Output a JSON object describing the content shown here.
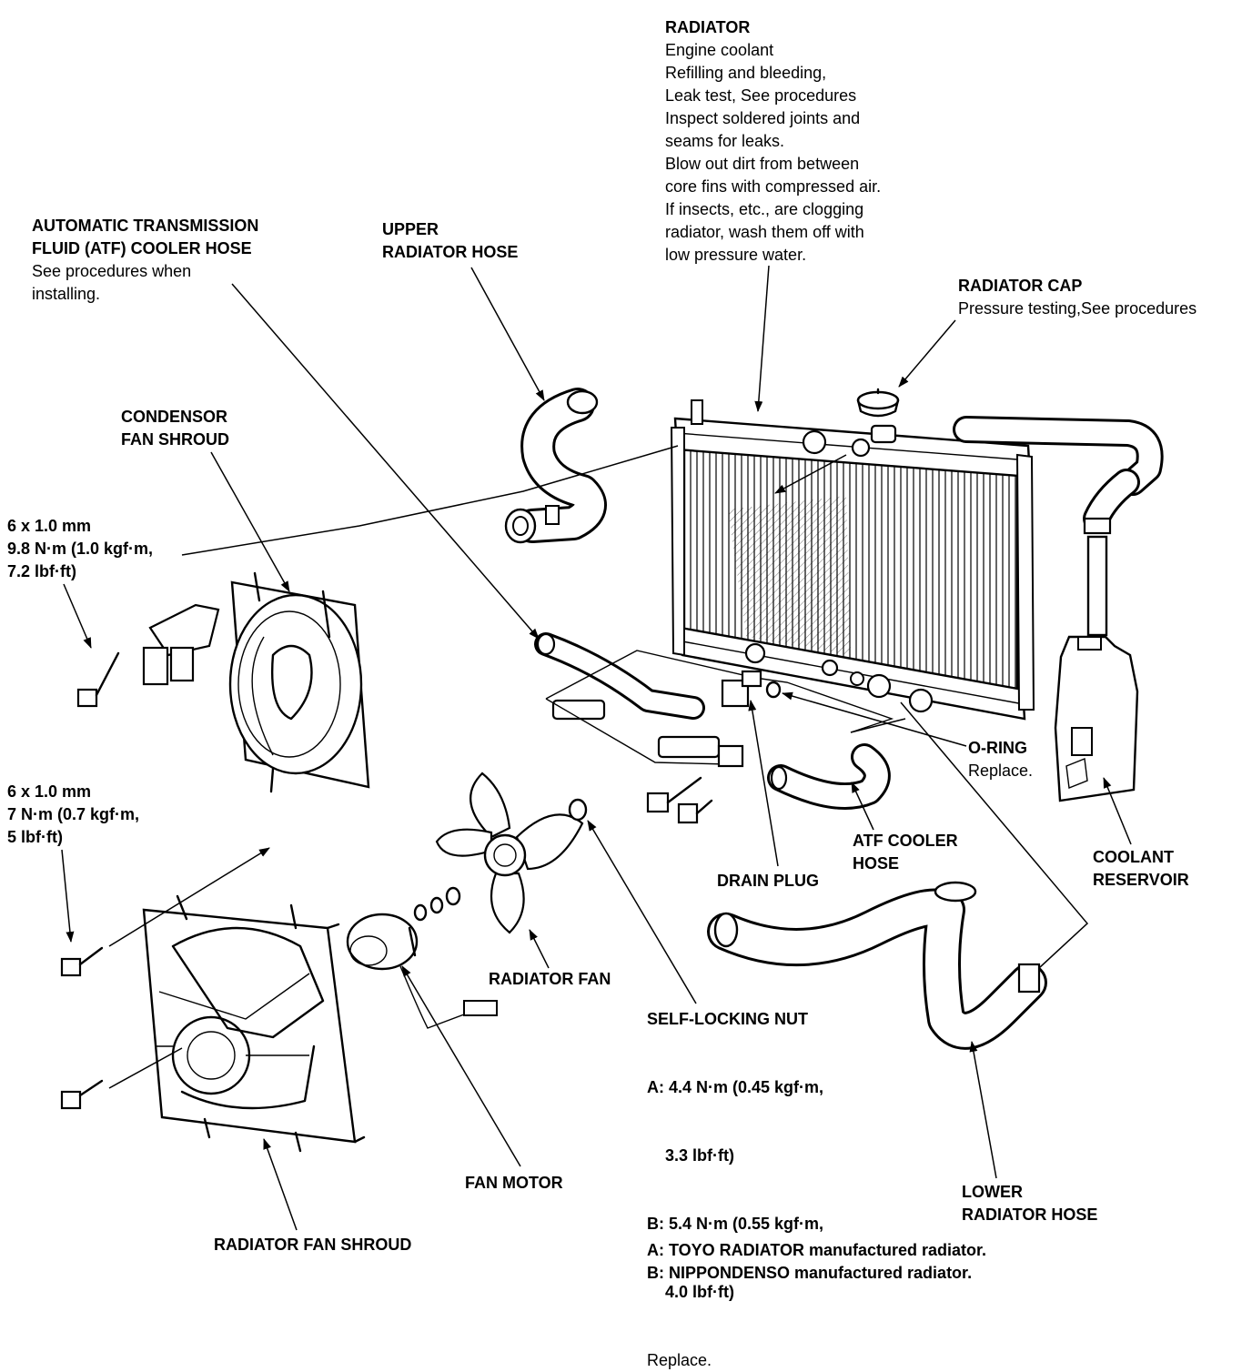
{
  "labels": {
    "radiator": {
      "title": "RADIATOR",
      "lines": [
        "Engine coolant",
        "Refilling and bleeding,",
        "Leak test, See procedures",
        "Inspect soldered joints and",
        "seams for leaks.",
        "Blow out dirt from between",
        "core fins with compressed air.",
        "If insects, etc., are clogging",
        "radiator, wash them off with",
        "low pressure water."
      ]
    },
    "atf_cooler_hose_top": {
      "title_lines": [
        "AUTOMATIC TRANSMISSION",
        "FLUID (ATF) COOLER HOSE"
      ],
      "lines": [
        "See procedures  when",
        "installing."
      ]
    },
    "upper_radiator_hose": {
      "title_lines": [
        "UPPER",
        "RADIATOR HOSE"
      ]
    },
    "radiator_cap": {
      "title": "RADIATOR CAP",
      "lines": [
        "Pressure testing,See procedures"
      ]
    },
    "condensor_fan_shroud": {
      "title_lines": [
        "CONDENSOR",
        "FAN SHROUD"
      ]
    },
    "bolt_upper": {
      "title_lines": [
        "6 x 1.0 mm",
        "9.8 N·m (1.0 kgf·m,",
        "7.2 lbf·ft)"
      ]
    },
    "bolt_lower": {
      "title_lines": [
        "6 x 1.0 mm",
        "7 N·m (0.7 kgf·m,",
        "5 lbf·ft)"
      ]
    },
    "o_ring": {
      "title": "O-RING",
      "lines": [
        "Replace."
      ]
    },
    "atf_cooler_hose": {
      "title_lines": [
        "ATF COOLER",
        "HOSE"
      ]
    },
    "drain_plug": {
      "title": "DRAIN PLUG"
    },
    "coolant_reservoir": {
      "title_lines": [
        "COOLANT",
        "RESERVOIR"
      ]
    },
    "radiator_fan": {
      "title": "RADIATOR FAN"
    },
    "self_locking_nut": {
      "title": "SELF-LOCKING NUT",
      "lines": [
        "A: 4.4 N·m (0.45 kgf·m,",
        "    3.3 lbf·ft)",
        "B: 5.4 N·m (0.55 kgf·m,",
        "    4.0 lbf·ft)",
        "Replace."
      ]
    },
    "fan_motor": {
      "title": "FAN MOTOR"
    },
    "lower_radiator_hose": {
      "title_lines": [
        "LOWER",
        "RADIATOR HOSE"
      ]
    },
    "radiator_fan_shroud": {
      "title": "RADIATOR FAN SHROUD"
    }
  },
  "footnotes": [
    "A: TOYO RADIATOR manufactured radiator.",
    "B: NIPPONDENSO manufactured radiator."
  ]
}
